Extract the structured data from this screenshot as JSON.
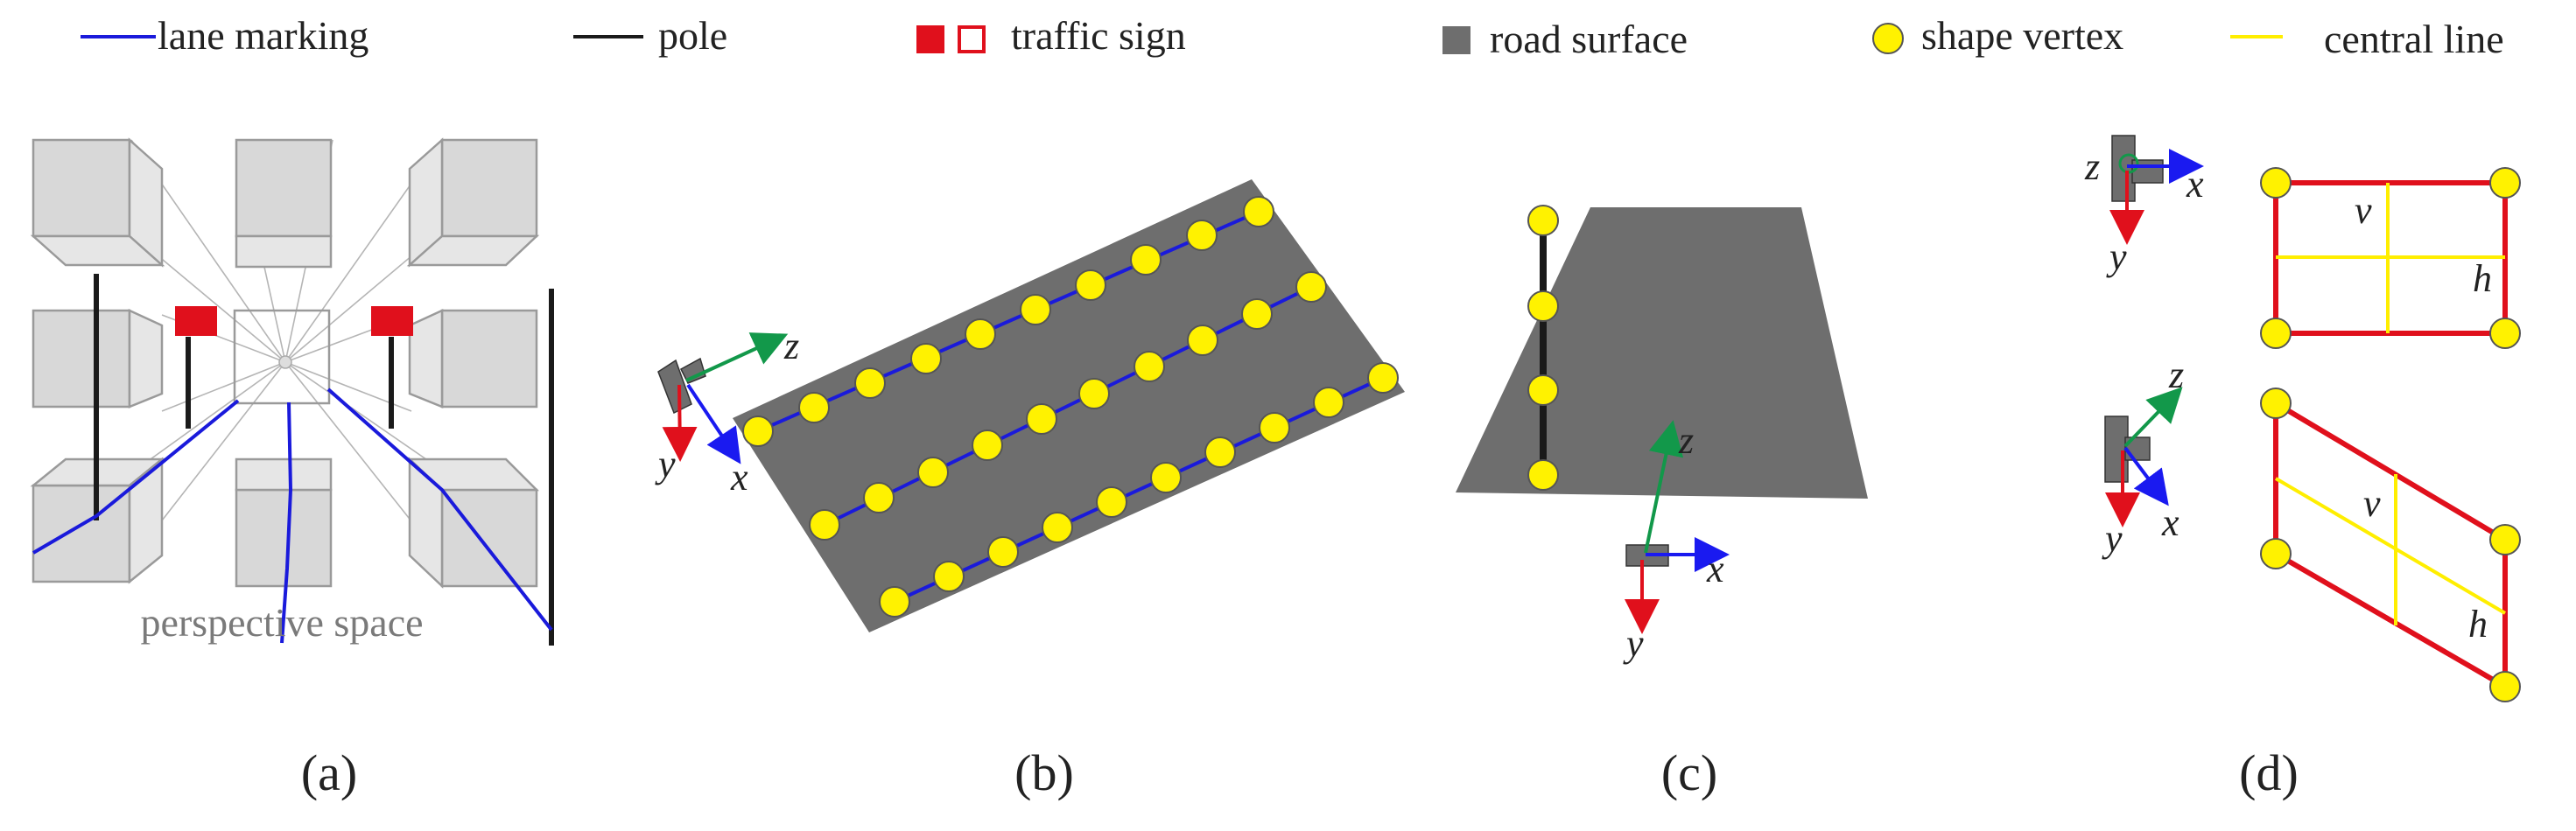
{
  "legend": {
    "lane_marking": "lane marking",
    "pole": "pole",
    "traffic_sign": "traffic sign",
    "road_surface": "road surface",
    "shape_vertex": "shape vertex",
    "central_line": "central line"
  },
  "panel_a": {
    "caption": "(a)",
    "space_label": "perspective space"
  },
  "panel_b": {
    "caption": "(b)",
    "axis_x": "x",
    "axis_y": "y",
    "axis_z": "z"
  },
  "panel_c": {
    "caption": "(c)",
    "axis_x": "x",
    "axis_y": "y",
    "axis_z": "z"
  },
  "panel_d": {
    "caption": "(d)",
    "axis_x": "x",
    "axis_y": "y",
    "axis_z": "z",
    "label_v": "v",
    "label_h": "h"
  },
  "colors": {
    "lane_marking": "#1a1adb",
    "pole": "#1a1a1a",
    "traffic_sign": "#e0101c",
    "road_surface": "#6e6e6e",
    "shape_vertex": "#fff200",
    "central_line": "#ffee00",
    "axis_x": "#1a1af0",
    "axis_y": "#e0101c",
    "axis_z": "#12984a",
    "cube_fill": "#d8d8d8",
    "cube_stroke": "#9a9a9a"
  }
}
